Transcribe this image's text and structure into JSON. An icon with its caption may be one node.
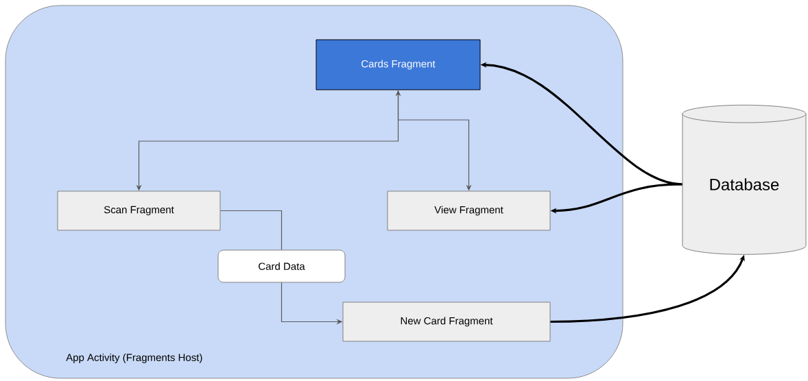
{
  "diagram": {
    "nodes": [
      {
        "text": [
          "App Activity (Fragments Host)"
        ]
      },
      {
        "text": [
          "Cards Fragment"
        ],
        "in": 0
      },
      {
        "text": [
          "Scan Fragment"
        ],
        "in": 0
      },
      {
        "text": [
          "View Fragment"
        ],
        "in": 0
      },
      {
        "text": [
          "Card Data"
        ],
        "in": 0
      },
      {
        "text": [
          "New Card Fragment"
        ],
        "in": 0
      },
      {
        "text": [
          "Database"
        ]
      }
    ],
    "edges": [
      {
        "from": 1,
        "to": 2,
        "arrow": "both"
      },
      {
        "from": 1,
        "to": 3,
        "arrow": "to"
      },
      {
        "from": 2,
        "to": 4,
        "arrow": "none"
      },
      {
        "from": 4,
        "to": 5,
        "arrow": "to"
      },
      {
        "from": 6,
        "to": 1,
        "arrow": "to",
        "style": "thick",
        "color": "#000000"
      },
      {
        "from": 6,
        "to": 3,
        "arrow": "to",
        "style": "thick",
        "color": "#000000"
      },
      {
        "from": 5,
        "to": 6,
        "arrow": "to",
        "style": "thick",
        "color": "#000000"
      }
    ]
  }
}
